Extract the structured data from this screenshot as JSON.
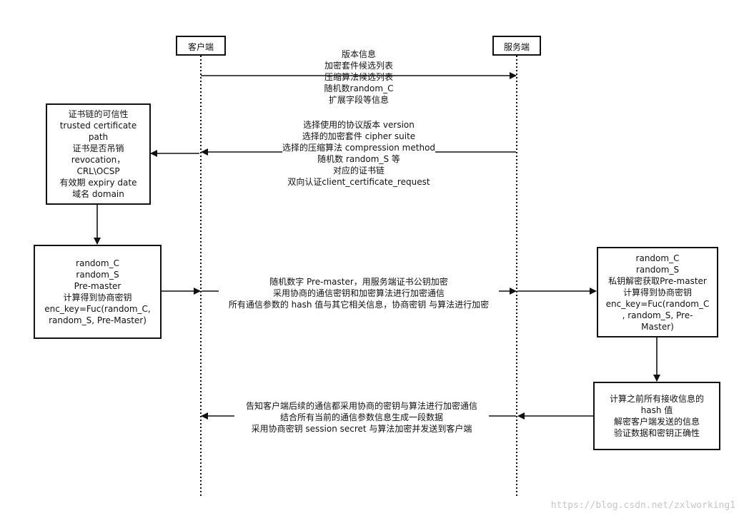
{
  "parties": {
    "client": "客户端",
    "server": "服务端"
  },
  "messages": {
    "client_hello": [
      "版本信息",
      "加密套件候选列表",
      "压缩算法候选列表",
      "随机数random_C",
      "扩展字段等信息"
    ],
    "server_hello": [
      "选择使用的协议版本 version",
      "选择的加密套件 cipher suite",
      "选择的压缩算法 compression method",
      "随机数 random_S 等",
      "对应的证书链",
      "双向认证client_certificate_request"
    ],
    "key_exchange": [
      "随机数字 Pre-master，用服务端证书公钥加密",
      "采用协商的通信密钥和加密算法进行加密通信",
      "所有通信参数的 hash 值与其它相关信息，协商密钥 与算法进行加密"
    ],
    "server_finished": [
      "告知客户端后续的通信都采用协商的密钥与算法进行加密通信",
      "结合所有当前的通信参数信息生成一段数据",
      "采用协商密钥 session secret 与算法加密并发送到客户端"
    ]
  },
  "boxes": {
    "cert_check": [
      "证书链的可信性",
      "trusted certificate",
      "path",
      "证书是否吊销",
      "revocation，",
      "CRL\\OCSP",
      "有效期 expiry date",
      "域名 domain"
    ],
    "client_compute": [
      "random_C",
      "random_S",
      "Pre-master",
      "计算得到协商密钥",
      "enc_key=Fuc(random_C,",
      "random_S, Pre-Master)"
    ],
    "server_compute": [
      "random_C",
      "random_S",
      "私钥解密获取Pre-master",
      "计算得到协商密钥",
      "enc_key=Fuc(random_C",
      ", random_S, Pre-",
      "Master)"
    ],
    "server_verify": [
      "计算之前所有接收信息的",
      "hash 值",
      "解密客户端发送的信息",
      "验证数据和密钥正确性"
    ]
  },
  "watermark": "https://blog.csdn.net/zxlworking1"
}
